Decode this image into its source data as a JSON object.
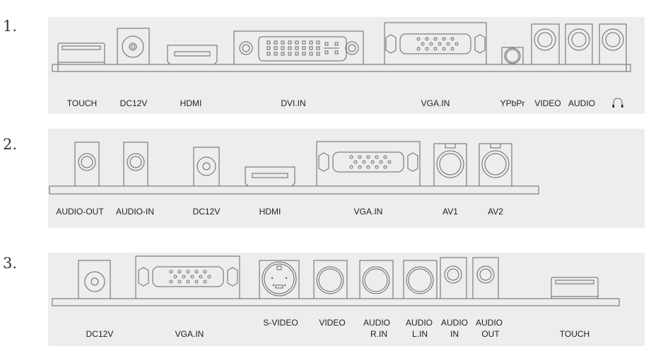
{
  "panels": [
    {
      "number": "1.",
      "labels": [
        "TOUCH",
        "DC12V",
        "HDMI",
        "DVI.IN",
        "VGA.IN",
        "YPbPr",
        "VIDEO",
        "AUDIO"
      ],
      "last_icon": "headphone-icon"
    },
    {
      "number": "2.",
      "labels": [
        "AUDIO-OUT",
        "AUDIO-IN",
        "DC12V",
        "HDMI",
        "VGA.IN",
        "AV1",
        "AV2"
      ]
    },
    {
      "number": "3.",
      "labels": [
        "DC12V",
        "VGA.IN",
        "S-VIDEO",
        "VIDEO",
        "AUDIO",
        "R.IN",
        "AUDIO",
        "L.IN",
        "AUDIO",
        "IN",
        "AUDIO",
        "OUT",
        "TOUCH"
      ]
    }
  ],
  "colors": {
    "panel_bg": "#ebedee",
    "stroke": "#666666"
  }
}
